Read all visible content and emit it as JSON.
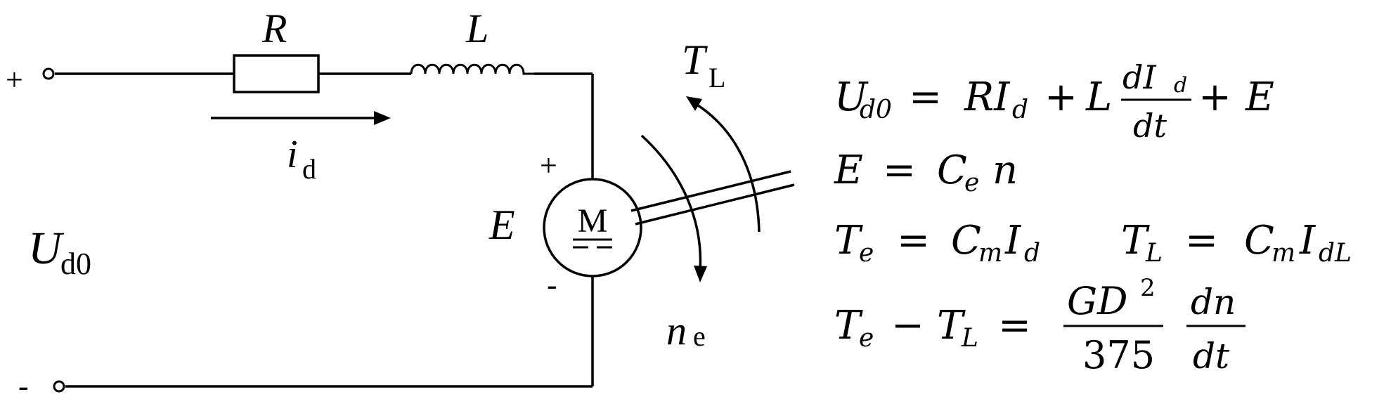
{
  "circuit": {
    "terminal_plus": "+",
    "terminal_minus": "-",
    "resistor_label": "R",
    "inductor_label": "L",
    "current_main": "i",
    "current_sub": "d",
    "voltage_main": "U",
    "voltage_sub": "d0",
    "emf_label": "E",
    "emf_plus": "+",
    "emf_minus": "-",
    "motor_label": "M",
    "load_torque_main": "T",
    "load_torque_sub": "L",
    "speed_main": "n",
    "speed_sub": "e"
  },
  "equations": {
    "eq1": {
      "lhs_main": "U",
      "lhs_sub": "d0",
      "eq": "=",
      "t1": "RI",
      "t1_sub": "d",
      "plus1": "+",
      "t2": "L",
      "frac_num": "dI",
      "frac_num_sub": "d",
      "frac_den": "dt",
      "plus2": "+",
      "t3": "E"
    },
    "eq2": {
      "lhs": "E",
      "eq": "=",
      "rhs_main": "C",
      "rhs_sub": "e",
      "rhs_tail": "n"
    },
    "eq3": {
      "a_lhs": "T",
      "a_lhs_sub": "e",
      "a_eq": "=",
      "a_c": "C",
      "a_c_sub": "m",
      "a_i": "I",
      "a_i_sub": "d",
      "b_lhs": "T",
      "b_lhs_sub": "L",
      "b_eq": "=",
      "b_c": "C",
      "b_c_sub": "m",
      "b_i": "I",
      "b_i_sub": "dL"
    },
    "eq4": {
      "t1": "T",
      "t1_sub": "e",
      "minus": "−",
      "t2": "T",
      "t2_sub": "L",
      "eq": "=",
      "frac1_num": "GD",
      "frac1_num_sup": "2",
      "frac1_den": "375",
      "frac2_num": "dn",
      "frac2_den": "dt"
    }
  }
}
